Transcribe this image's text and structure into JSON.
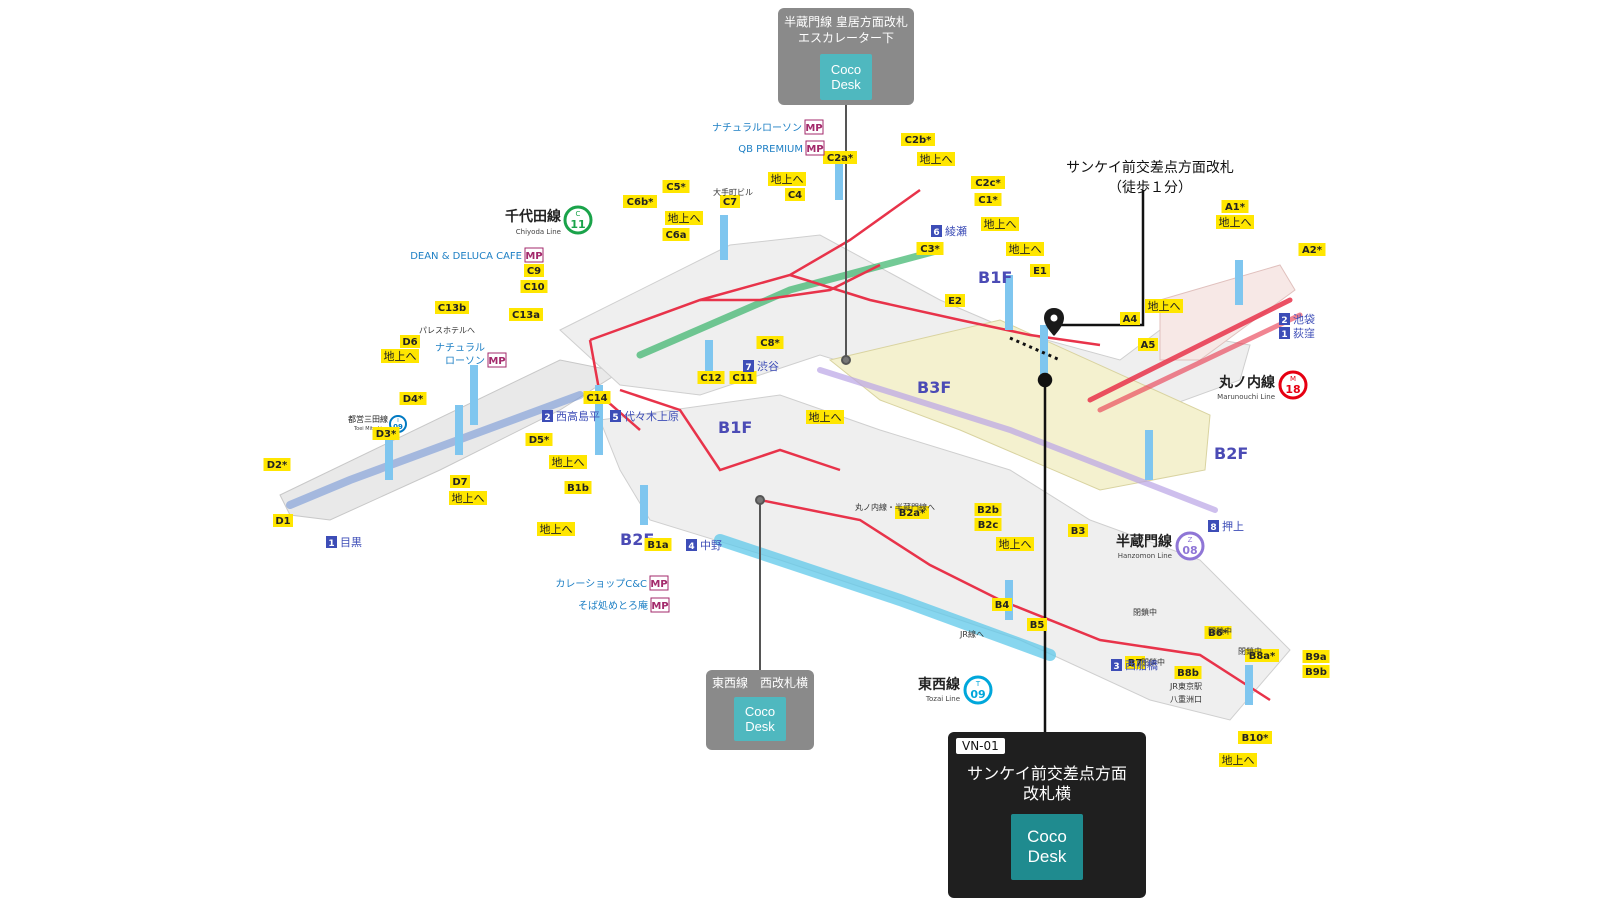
{
  "callouts": {
    "top": {
      "title_line1": "半蔵門線 皇居方面改札",
      "title_line2": "エスカレーター下",
      "desk_line1": "Coco",
      "desk_line2": "Desk"
    },
    "bottom": {
      "title": "東西線　西改札横",
      "desk_line1": "Coco",
      "desk_line2": "Desk"
    },
    "main": {
      "id": "VN-01",
      "title_line1": "サンケイ前交差点方面",
      "title_line2": "改札横",
      "desk_line1": "Coco",
      "desk_line2": "Desk"
    }
  },
  "exit_note": {
    "line1": "サンケイ前交差点方面改札",
    "line2": "（徒歩１分）"
  },
  "lines": {
    "chiyoda": {
      "name": "千代田線",
      "en": "Chiyoda Line",
      "code": "C",
      "num": "11",
      "color": "#1aa34a"
    },
    "marunouchi": {
      "name": "丸ノ内線",
      "en": "Marunouchi Line",
      "code": "M",
      "num": "18",
      "color": "#e60012"
    },
    "hanzomon": {
      "name": "半蔵門線",
      "en": "Hanzomon Line",
      "code": "Z",
      "num": "08",
      "color": "#8f76d6"
    },
    "tozai": {
      "name": "東西線",
      "en": "Tozai Line",
      "code": "T",
      "num": "09",
      "color": "#00a7db"
    },
    "mita": {
      "name": "都営三田線",
      "en": "Toei Mita Line",
      "code": "I",
      "num": "09",
      "color": "#0079c2"
    }
  },
  "floors": [
    "B1F",
    "B3F",
    "B1F",
    "B2F",
    "B2F"
  ],
  "exits": [
    "C2b*",
    "C2a*",
    "C5*",
    "C4",
    "C7",
    "C6b*",
    "C6a",
    "C2c*",
    "C1*",
    "C3*",
    "C9",
    "C10",
    "C13b",
    "C13a",
    "D6",
    "D4*",
    "D3*",
    "D2*",
    "D1",
    "D5*",
    "D7",
    "C14",
    "C12",
    "C11",
    "C8*",
    "E1",
    "E2",
    "A1*",
    "A2*",
    "A4",
    "A5",
    "B1b",
    "B1a",
    "B2b",
    "B2c",
    "B2a*",
    "B3",
    "B4",
    "B5",
    "B6*",
    "B7",
    "B8a*",
    "B8b",
    "B9a",
    "B9b",
    "B10*"
  ],
  "ground_labels": [
    "地上へ",
    "地上へ",
    "地上へ",
    "地上へ",
    "地上へ",
    "地上へ",
    "地上へ",
    "地上へ",
    "地上へ",
    "地上へ",
    "地上へ",
    "地上へ",
    "地上へ",
    "地上へ",
    "地上へ"
  ],
  "shops": [
    "ナチュラルローソン",
    "QB PREMIUM",
    "DEAN & DELUCA CAFE",
    "ナチュラル",
    "ローソン",
    "カレーショップC&C",
    "そば処めとろ庵"
  ],
  "mp_label": "MP",
  "place_labels": [
    "大手町ビル",
    "パレスホテルへ",
    "丸ノ内線・半蔵門線へ",
    "JR線へ",
    "閉鎖中",
    "閉鎖中",
    "閉鎖中",
    "閉鎖中",
    "JR東京駅",
    "八重洲口"
  ],
  "directions": [
    {
      "num": "6",
      "text": "綾瀬"
    },
    {
      "num": "7",
      "text": "渋谷"
    },
    {
      "num": "2",
      "text": "西高島平"
    },
    {
      "num": "5",
      "text": "代々木上原"
    },
    {
      "num": "1",
      "text": "目黒"
    },
    {
      "num": "4",
      "text": "中野"
    },
    {
      "num": "2",
      "text": "池袋"
    },
    {
      "num": "1",
      "text": "荻窪"
    },
    {
      "num": "8",
      "text": "押上"
    },
    {
      "num": "3",
      "text": "西船橋"
    }
  ],
  "colors": {
    "dark_panel": "#1f1f1f",
    "gray_panel": "#8a8a8a",
    "coco": "#4fb8bf",
    "exit_bg": "#ffe600",
    "route": "#e8334a",
    "floor_label": "#4b4bb5",
    "direction": "#3d4db7"
  }
}
